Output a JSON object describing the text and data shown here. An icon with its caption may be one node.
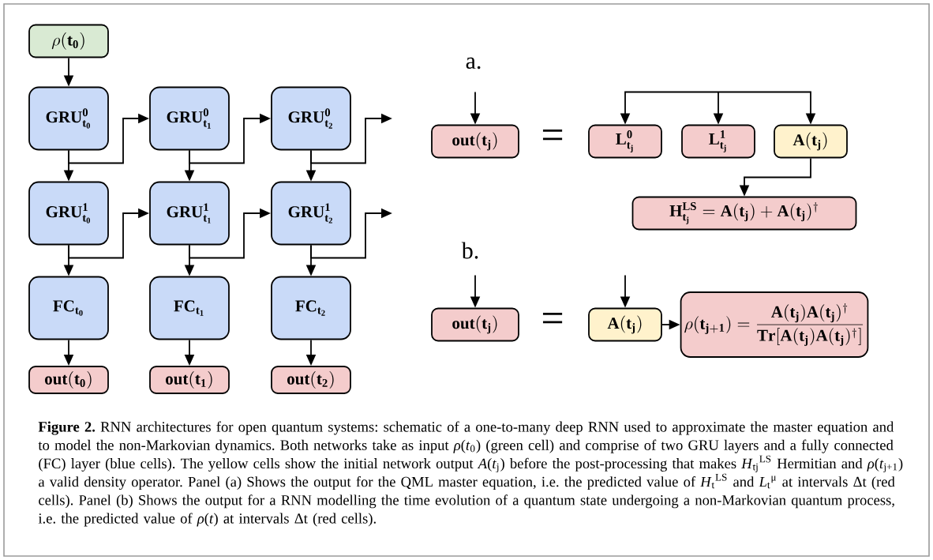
{
  "diagram": {
    "caption": "**Figure 2.** RNN architectures for open quantum systems: schematic of a one-to-many deep RNN used to approximate the master equation and to model the non-Markovian dynamics. Both networks take as input *ρ*(*t*$_{0}$) (green cell) and comprise of two GRU layers and a fully connected (FC) layer (blue cells). The yellow cells show the initial network output *A*(*t*$_{j}$) before the post-processing that makes *H*$_{tj}$$^{LS}$ Hermitian and *ρ*(*t*$_{j+1}$) a valid density operator. Panel (a) Shows the output for the QML master equation, i.e. the predicted value of *H*$_{t}$$^{LS}$ and *L*$_{t}$$^{μ}$ at intervals Δt (red cells). Panel (b) Shows the output for a RNN modelling the time evolution of a quantum state undergoing a non-Markovian quantum process, i.e. the predicted value of *ρ*(*t*) at intervals Δt (red cells).",
    "nodes": [
      {
        "text": [
          "\\rho(\\mathbf{t_0})"
        ]
      },
      {
        "text": [
          "\\mathbf{GRU^0_{t_0}}"
        ]
      },
      {
        "text": [
          "\\mathbf{GRU^0_{t_1}}"
        ]
      },
      {
        "text": [
          "\\mathbf{GRU^0_{t_2}}"
        ]
      },
      {
        "text": [
          "\\mathbf{GRU^1_{t_0}}"
        ]
      },
      {
        "text": [
          "\\mathbf{GRU^1_{t_1}}"
        ]
      },
      {
        "text": [
          "\\mathbf{GRU^1_{t_2}}"
        ]
      },
      {
        "text": [
          "\\mathbf{FC_{t_0}}"
        ]
      },
      {
        "text": [
          "\\mathbf{FC_{t_1}}"
        ]
      },
      {
        "text": [
          "\\mathbf{FC_{t_2}}"
        ]
      },
      {
        "text": [
          "\\mathbf{out}(\\mathbf{t_0})"
        ]
      },
      {
        "text": [
          "\\mathbf{out}(\\mathbf{t_1})"
        ]
      },
      {
        "text": [
          "\\mathbf{out}(\\mathbf{t_2})"
        ]
      },
      {
        "text": [
          "\\mathbf{out}(\\mathbf{t_j})"
        ]
      },
      {
        "text": [
          "\\mathbf{L^0_{t_j}}"
        ]
      },
      {
        "text": [
          "\\mathbf{L^1_{t_j}}"
        ]
      },
      {
        "text": [
          "\\mathbf{A}(\\mathbf{t_j})"
        ]
      },
      {
        "text": [
          "\\mathbf{H^{LS}_{t_j}} = \\mathbf{A}(\\mathbf{t_j}) + \\mathbf{A}(\\mathbf{t_j})^\\dagger"
        ]
      },
      {
        "text": [
          "\\mathbf{out}(\\mathbf{t_j})"
        ]
      },
      {
        "text": [
          "\\mathbf{A}(\\mathbf{t_j})"
        ]
      },
      {
        "text": [
          "\\rho(\\mathbf{t_{j+1}}) = \\frac{\\mathbf{A}(\\mathbf{t_j})\\mathbf{A}(\\mathbf{t_j})^\\dagger}{\\mathbf{Tr}[\\mathbf{A}(\\mathbf{t_j})\\mathbf{A}(\\mathbf{t_j})^\\dagger]}"
        ]
      }
    ],
    "edges": [
      {
        "from": 0,
        "to": 1,
        "arrow": "to"
      },
      {
        "from": 1,
        "to": 4,
        "arrow": "to"
      },
      {
        "from": 1,
        "to": 2,
        "arrow": "to"
      },
      {
        "from": 2,
        "to": 5,
        "arrow": "to"
      },
      {
        "from": 2,
        "to": 3,
        "arrow": "to"
      },
      {
        "from": 3,
        "to": 6,
        "arrow": "to"
      },
      {
        "from": 3,
        "to": null,
        "arrow": "to"
      },
      {
        "from": 4,
        "to": 7,
        "arrow": "to"
      },
      {
        "from": 4,
        "to": 5,
        "arrow": "to"
      },
      {
        "from": 5,
        "to": 8,
        "arrow": "to"
      },
      {
        "from": 5,
        "to": 6,
        "arrow": "to"
      },
      {
        "from": 6,
        "to": 9,
        "arrow": "to"
      },
      {
        "from": 6,
        "to": null,
        "arrow": "to"
      },
      {
        "from": 7,
        "to": 10,
        "arrow": "to"
      },
      {
        "from": 8,
        "to": 11,
        "arrow": "to"
      },
      {
        "from": 9,
        "to": 12,
        "arrow": "to"
      },
      {
        "from": null,
        "to": 13,
        "arrow": "to"
      },
      {
        "from": null,
        "to": 14,
        "arrow": "to"
      },
      {
        "from": null,
        "to": 15,
        "arrow": "to"
      },
      {
        "from": null,
        "to": 16,
        "arrow": "to"
      },
      {
        "from": 16,
        "to": 17,
        "arrow": "to"
      },
      {
        "from": null,
        "to": 18,
        "arrow": "to"
      },
      {
        "from": null,
        "to": 19,
        "arrow": "to"
      },
      {
        "from": 19,
        "to": 20,
        "arrow": "to"
      }
    ],
    "labels": [
      "a.",
      "=",
      "b.",
      "="
    ]
  }
}
